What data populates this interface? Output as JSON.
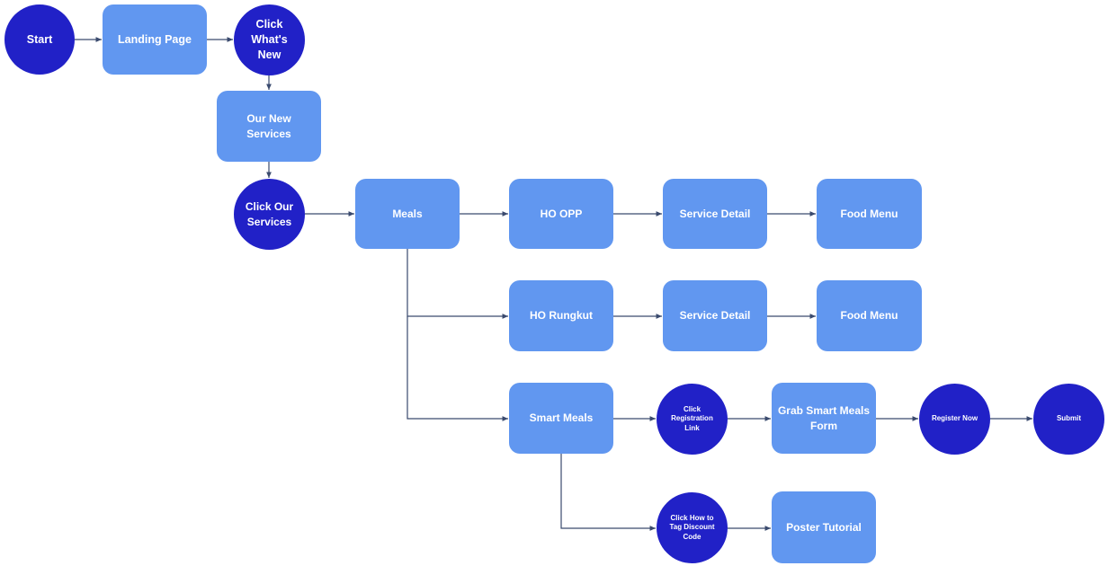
{
  "colors": {
    "circle_fill": "#2121c7",
    "rect_fill": "#6197f0",
    "connector": "#3a4a6e",
    "text": "#ffffff"
  },
  "nodes": {
    "start": "Start",
    "landing_page": "Landing Page",
    "click_whats_new": "Click What's New",
    "our_new_services": "Our New Services",
    "click_our_services": "Click Our Services",
    "meals": "Meals",
    "ho_opp": "HO OPP",
    "service_detail_1": "Service Detail",
    "food_menu_1": "Food Menu",
    "ho_rungkut": "HO Rungkut",
    "service_detail_2": "Service Detail",
    "food_menu_2": "Food Menu",
    "smart_meals": "Smart Meals",
    "click_registration_link": "Click Registration Link",
    "grab_smart_meals_form": "Grab Smart Meals Form",
    "register_now": "Register Now",
    "submit": "Submit",
    "click_how_to_tag_discount_code": "Click How to Tag Discount Code",
    "poster_tutorial": "Poster Tutorial"
  },
  "edges": [
    [
      "start",
      "landing_page"
    ],
    [
      "landing_page",
      "click_whats_new"
    ],
    [
      "click_whats_new",
      "our_new_services"
    ],
    [
      "our_new_services",
      "click_our_services"
    ],
    [
      "click_our_services",
      "meals"
    ],
    [
      "meals",
      "ho_opp"
    ],
    [
      "ho_opp",
      "service_detail_1"
    ],
    [
      "service_detail_1",
      "food_menu_1"
    ],
    [
      "meals",
      "ho_rungkut"
    ],
    [
      "ho_rungkut",
      "service_detail_2"
    ],
    [
      "service_detail_2",
      "food_menu_2"
    ],
    [
      "meals",
      "smart_meals"
    ],
    [
      "smart_meals",
      "click_registration_link"
    ],
    [
      "click_registration_link",
      "grab_smart_meals_form"
    ],
    [
      "grab_smart_meals_form",
      "register_now"
    ],
    [
      "register_now",
      "submit"
    ],
    [
      "smart_meals",
      "click_how_to_tag_discount_code"
    ],
    [
      "click_how_to_tag_discount_code",
      "poster_tutorial"
    ]
  ]
}
